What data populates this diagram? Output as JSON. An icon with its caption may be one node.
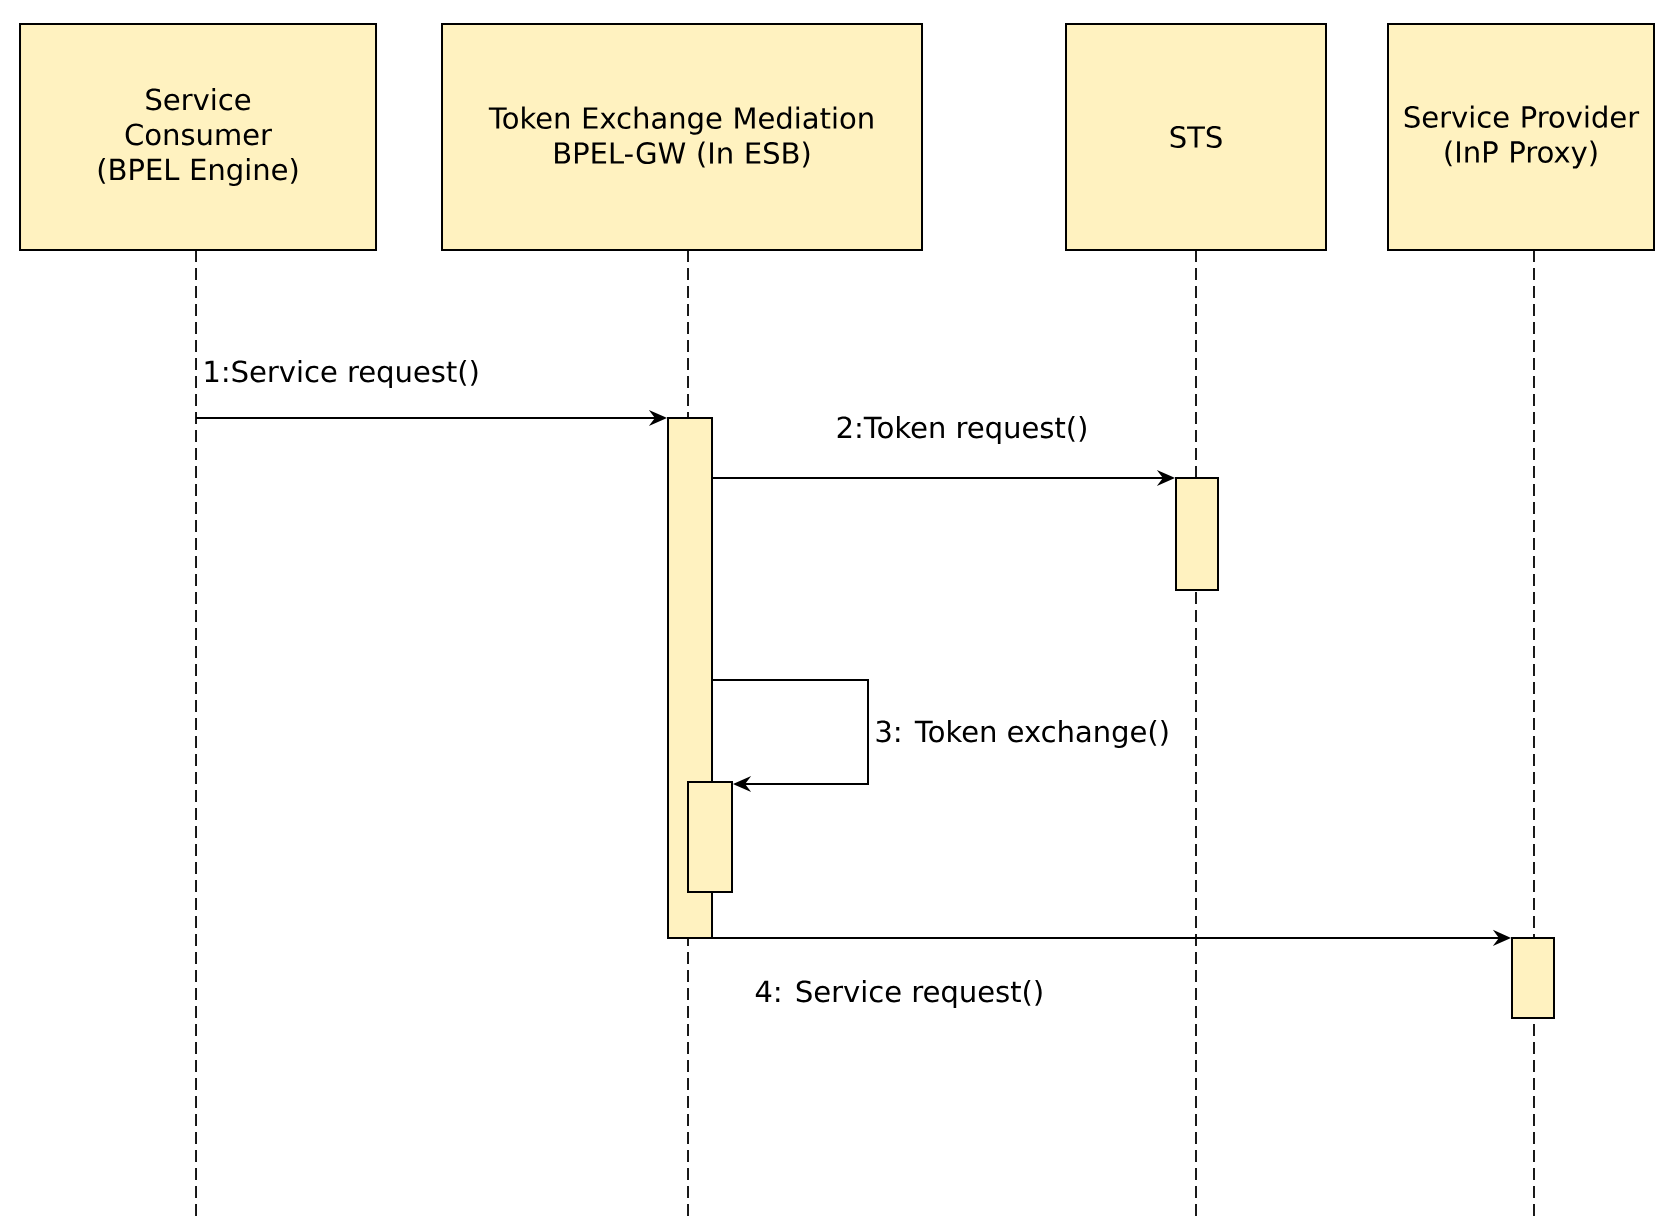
{
  "diagram": {
    "nodes": [
      {
        "text": [
          "Service Consumer (BPEL Engine)"
        ]
      },
      {
        "text": [
          "Token Exchange Mediation BPEL-GW (In ESB)"
        ]
      },
      {
        "text": [
          "STS"
        ]
      },
      {
        "text": [
          "Service Provider (InP Proxy)"
        ]
      },
      {
        "text": [],
        "shape": "bar"
      },
      {
        "text": [],
        "shape": "bar"
      },
      {
        "text": [],
        "shape": "bar"
      },
      {
        "text": [],
        "shape": "bar"
      }
    ],
    "edges": [
      {
        "from": null,
        "to": 4,
        "arrow": "to",
        "label": "1:Service request()"
      },
      {
        "from": 4,
        "to": 5,
        "arrow": "to",
        "label": "2:Token request()"
      },
      {
        "from": 4,
        "to": 6,
        "arrow": "to",
        "label": "3: Token exchange()"
      },
      {
        "from": 4,
        "to": 7,
        "arrow": "to",
        "label": "4: Service request()"
      }
    ]
  }
}
